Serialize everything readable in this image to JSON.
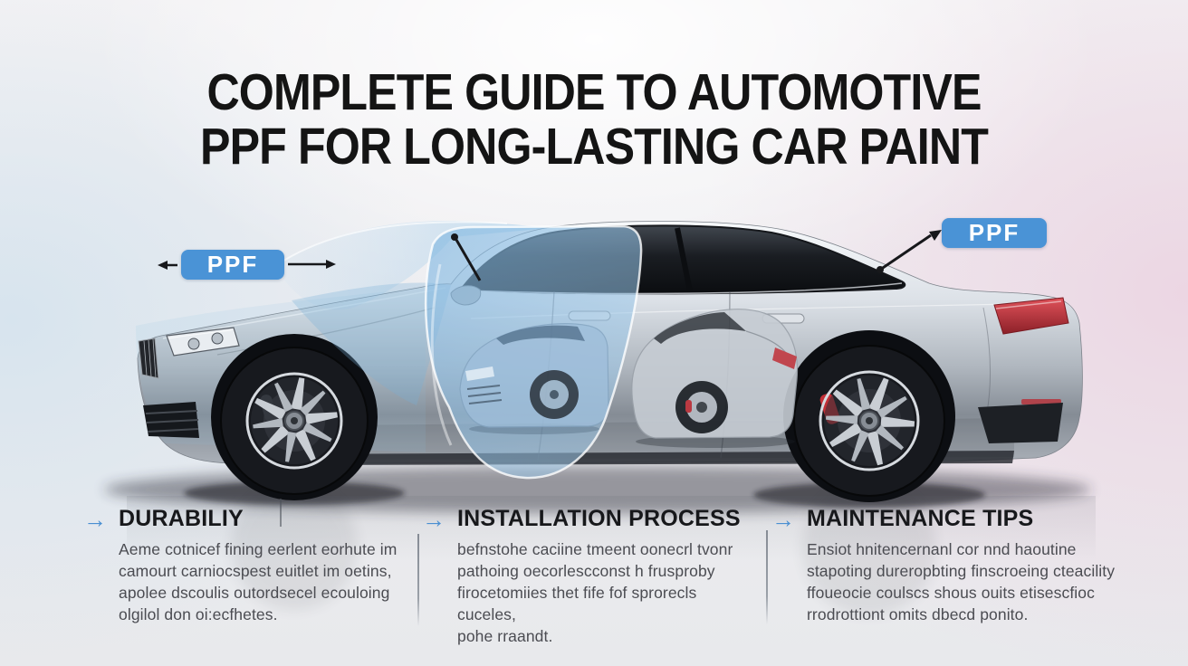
{
  "title": {
    "line1": "COMPLETE GUIDE TO AUTOMOTIVE",
    "line2": "PPF FOR LONG-LASTING CAR PAINT"
  },
  "ppf_labels": {
    "left": "PPF",
    "right": "PPF"
  },
  "icons": {
    "section_arrow": "→",
    "left_badge_arrows": "left-arrow and right-arrow leader lines",
    "right_badge_arrow": "diagonal leader line with dot anchor"
  },
  "sections": [
    {
      "heading": "DURABILIY",
      "body": "Aeme cotnicef fining eerlent eorhute im\ncamourt carniocspest euitlet im oetins,\napolee dscoulis outordsecel ecouloing\nolgilol don oi:ecfhetes."
    },
    {
      "heading": "INSTALLATION PROCESS",
      "body": "befnstohe caciine tmeent oonecrl tvonr\npathoing oecorlescconst h frusproby\nfirocetomiies thet fife fof sprorecls cuceles,\npohe rraandt."
    },
    {
      "heading": "MAINTENANCE TIPS",
      "body": "Ensiot hnitencernanl cor nnd haoutine\nstapoting dureropbting finscroeing cteacility\nffoueocie coulscs shous ouits etisescfioc\nrrodrottiont omits dbecd ponito."
    }
  ],
  "colors": {
    "background_left_blue": "#d7e4ee",
    "background_right_pink": "#ecd6e3",
    "title_text": "#141414",
    "ppf_badge_blue": "#4a93d6",
    "ppf_badge_text": "#ffffff",
    "film_blue": "#8fc0e4",
    "section_arrow_blue": "#4a8fd2",
    "heading_text": "#17181b",
    "body_text": "#4b4c52",
    "divider_gray": "#9aa0a8",
    "car_silver": "#c9ced5",
    "brake_caliper_red": "#c22f36",
    "taillight_red": "#c0353d"
  }
}
